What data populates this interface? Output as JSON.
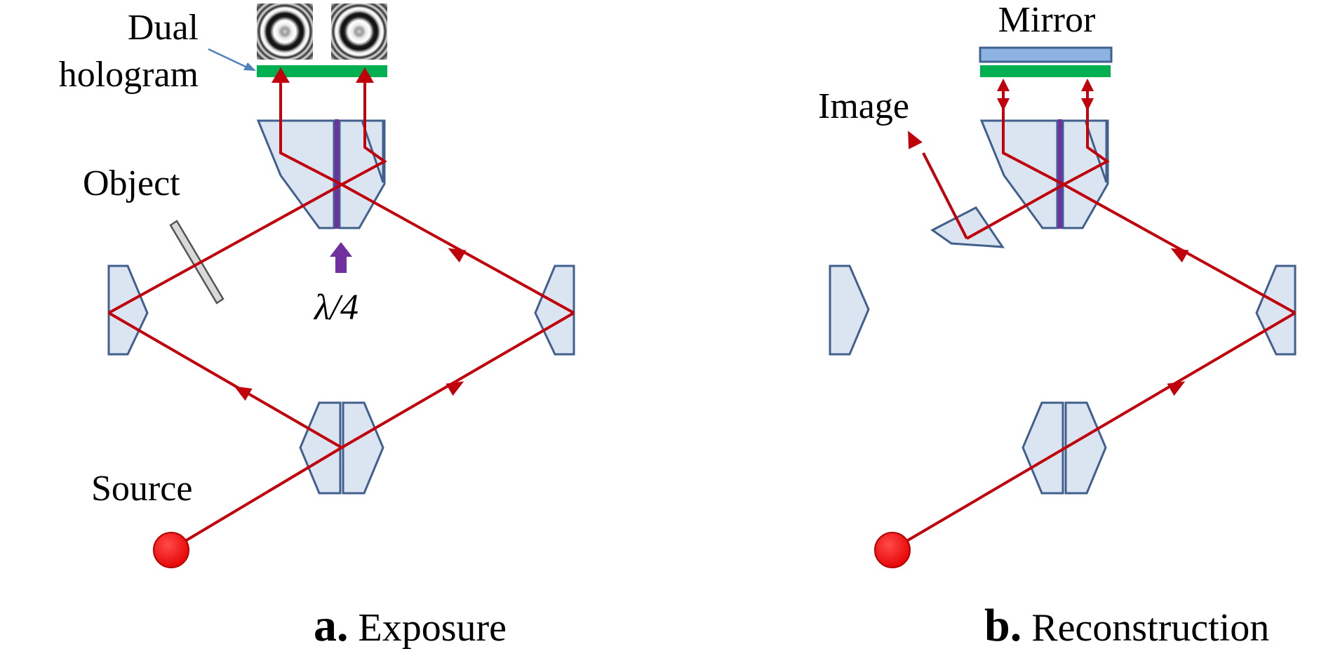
{
  "labels": {
    "dual_hologram_line1": "Dual",
    "dual_hologram_line2": "hologram",
    "object": "Object",
    "quarter_wave": "λ/4",
    "source": "Source",
    "mirror": "Mirror",
    "image": "Image"
  },
  "captions": {
    "a_letter": "a.",
    "a_text": " Exposure",
    "b_letter": "b.",
    "b_text": " Reconstruction"
  },
  "colors": {
    "beam": "#c0000b",
    "prism_fill": "#dbe5f1",
    "prism_stroke": "#41608e",
    "hologram": "#00b050",
    "mirror_fill": "#8db3e2",
    "waveplate": "#7030a0",
    "source": "#ff0000",
    "object_plate": "#d9d9d9"
  },
  "icons": {
    "fringe_pattern": "concentric-ring-fringe-icon",
    "source": "point-source-icon",
    "waveplate_pointer": "up-arrow-icon"
  }
}
